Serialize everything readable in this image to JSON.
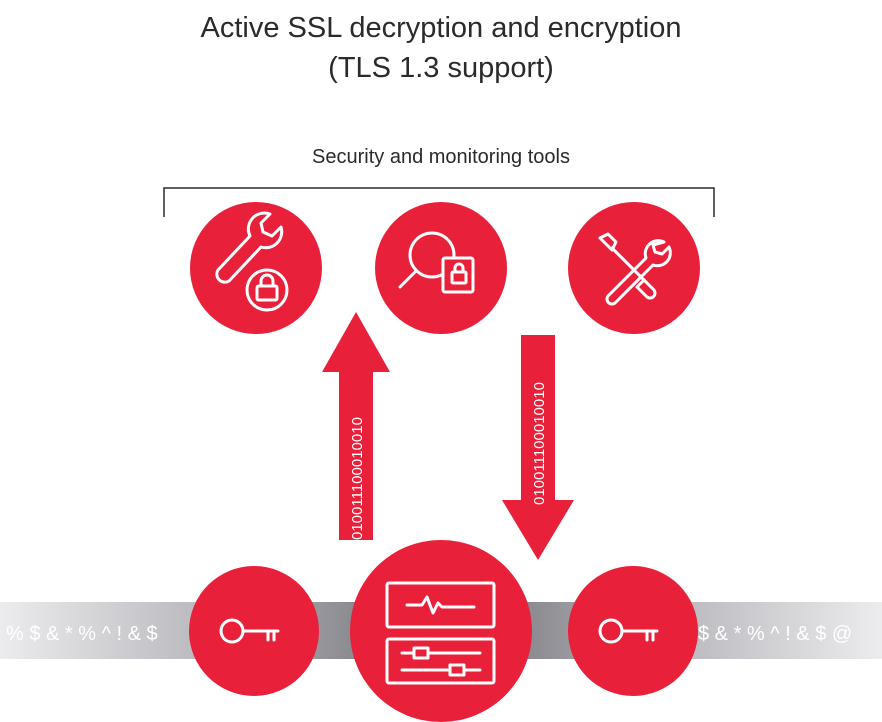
{
  "title": {
    "line1": "Active SSL decryption and encryption",
    "line2": "(TLS 1.3 support)"
  },
  "tools_group": {
    "label": "Security and monitoring tools",
    "tools": [
      {
        "name": "wrench-lock-icon"
      },
      {
        "name": "magnifier-lock-icon"
      },
      {
        "name": "screwdriver-wrench-icon"
      }
    ]
  },
  "flows": {
    "up_binary": "010011100010010",
    "down_binary": "010011100010010"
  },
  "pipe": {
    "left_cipher": "% $ & * % ^ ! & $",
    "right_cipher": "$ & * % ^ ! & $ @"
  },
  "colors": {
    "accent": "#e8203a",
    "text": "#2a2a2a",
    "pipe": "#a9a9ae"
  }
}
